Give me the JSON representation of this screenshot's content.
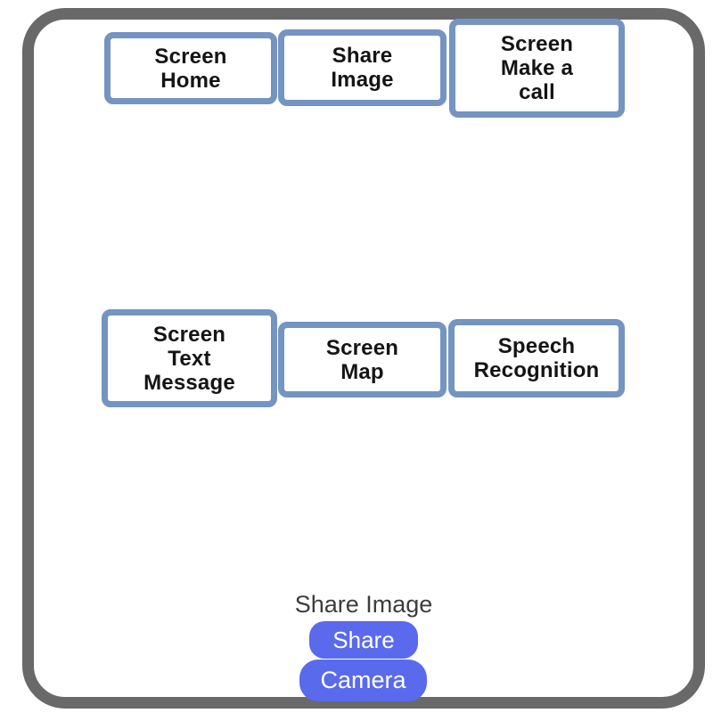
{
  "colors": {
    "frame_border": "#696969",
    "box_border": "#7494c2",
    "box_text": "#141414",
    "button_bg": "#5a6aec",
    "button_text": "#ffffff",
    "label_text": "#3d3d3d"
  },
  "screen_boxes": [
    {
      "id": "screen-home",
      "label": "Screen Home",
      "lines": [
        "Screen",
        "Home"
      ]
    },
    {
      "id": "share-image",
      "label": "Share Image",
      "lines": [
        "Share",
        "Image"
      ]
    },
    {
      "id": "screen-make-a-call",
      "label": "Screen Make a call",
      "lines": [
        "Screen",
        "Make a",
        "call"
      ]
    },
    {
      "id": "screen-text-message",
      "label": "Screen Text Message",
      "lines": [
        "Screen",
        "Text",
        "Message"
      ]
    },
    {
      "id": "screen-map",
      "label": "Screen Map",
      "lines": [
        "Screen",
        "Map"
      ]
    },
    {
      "id": "speech-recognition",
      "label": "Speech Recognition",
      "lines": [
        "Speech",
        "Recognition"
      ]
    }
  ],
  "share_section": {
    "label": "Share Image",
    "buttons": [
      {
        "id": "share",
        "label": "Share"
      },
      {
        "id": "camera",
        "label": "Camera"
      }
    ]
  }
}
